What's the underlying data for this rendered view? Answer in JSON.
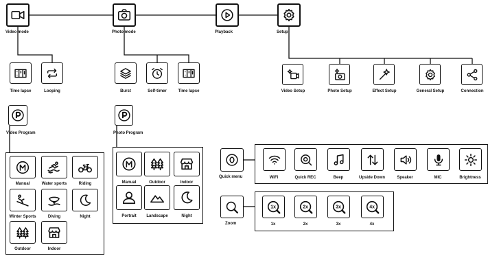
{
  "top_menu": [
    {
      "label": "Video mode",
      "icon": "video-camera-icon"
    },
    {
      "label": "Photo mode",
      "icon": "camera-icon"
    },
    {
      "label": "Playback",
      "icon": "play-icon"
    },
    {
      "label": "Setup",
      "icon": "gear-icon"
    }
  ],
  "video_mode_items": [
    {
      "label": "Time lapse",
      "icon": "timelapse-icon"
    },
    {
      "label": "Looping",
      "icon": "loop-icon"
    }
  ],
  "photo_mode_items": [
    {
      "label": "Burst",
      "icon": "layers-icon"
    },
    {
      "label": "Self-timer",
      "icon": "alarm-clock-icon"
    },
    {
      "label": "Time lapse",
      "icon": "timelapse-icon"
    }
  ],
  "setup_items": [
    {
      "label": "Video Setup",
      "icon": "video-settings-icon"
    },
    {
      "label": "Photo Setup",
      "icon": "photo-settings-icon"
    },
    {
      "label": "Effect Setup",
      "icon": "magic-wand-icon"
    },
    {
      "label": "General Setup",
      "icon": "gear-icon"
    },
    {
      "label": "Connection",
      "icon": "share-icon"
    }
  ],
  "video_program": {
    "label": "Video Program",
    "icon": "program-p-icon",
    "items": [
      {
        "label": "Manual",
        "icon": "manual-m-icon"
      },
      {
        "label": "Water sports",
        "icon": "water-sports-icon"
      },
      {
        "label": "Riding",
        "icon": "motorcycle-icon"
      },
      {
        "label": "Winter Sports",
        "icon": "winter-sports-icon"
      },
      {
        "label": "Diving",
        "icon": "diving-icon"
      },
      {
        "label": "Night",
        "icon": "moon-icon"
      },
      {
        "label": "Outdoor",
        "icon": "trees-icon"
      },
      {
        "label": "Indoor",
        "icon": "storefront-icon"
      }
    ]
  },
  "photo_program": {
    "label": "Photo Program",
    "icon": "program-p-icon",
    "items": [
      {
        "label": "Manual",
        "icon": "manual-m-icon"
      },
      {
        "label": "Outdoor",
        "icon": "trees-icon"
      },
      {
        "label": "Indoor",
        "icon": "storefront-icon"
      },
      {
        "label": "Portrait",
        "icon": "portrait-icon"
      },
      {
        "label": "Landscape",
        "icon": "mountains-icon"
      },
      {
        "label": "Night",
        "icon": "moon-icon"
      }
    ]
  },
  "quick_menu": {
    "label": "Quick menu",
    "icon": "quick-menu-icon",
    "items": [
      {
        "label": "WiFi",
        "icon": "wifi-icon"
      },
      {
        "label": "Quick REC",
        "icon": "quick-rec-icon"
      },
      {
        "label": "Beep",
        "icon": "music-note-icon"
      },
      {
        "label": "Upside Down",
        "icon": "flip-arrows-icon"
      },
      {
        "label": "Speaker",
        "icon": "speaker-icon"
      },
      {
        "label": "MIC",
        "icon": "microphone-icon"
      },
      {
        "label": "Brightness",
        "icon": "brightness-icon"
      }
    ]
  },
  "zoom": {
    "label": "Zoom",
    "icon": "magnifier-icon",
    "items": [
      {
        "label": "1x",
        "icon": "zoom-1x-icon",
        "glyph": "1x"
      },
      {
        "label": "2x",
        "icon": "zoom-2x-icon",
        "glyph": "2x"
      },
      {
        "label": "3x",
        "icon": "zoom-3x-icon",
        "glyph": "3x"
      },
      {
        "label": "4x",
        "icon": "zoom-4x-icon",
        "glyph": "4x"
      }
    ]
  }
}
